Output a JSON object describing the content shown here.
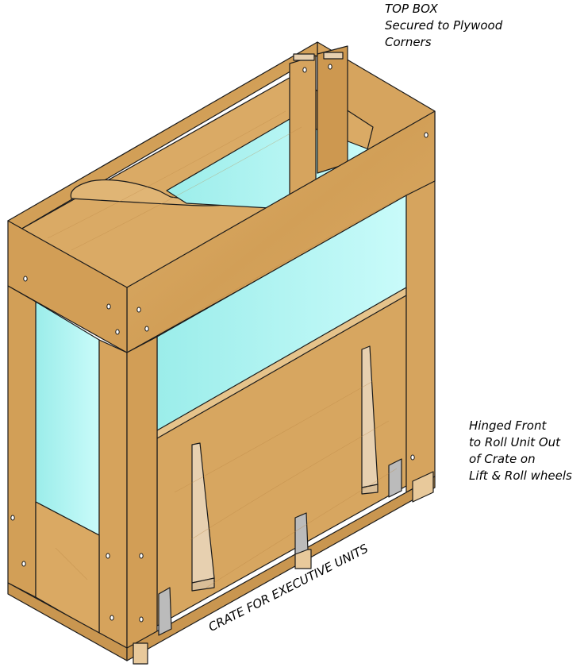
{
  "annotations": {
    "top_box": [
      "TOP BOX",
      "Secured to Plywood",
      "Corners"
    ],
    "hinged_front": [
      "Hinged Front",
      "to Roll Unit Out",
      "of Crate on",
      "Lift & Roll wheels"
    ]
  },
  "caption": "CRATE FOR EXECUTIVE UNITS",
  "colors": {
    "wood": "#D9A863",
    "wood_dark": "#C48F45",
    "plywood": "#D8A866",
    "glass": "#A6F3F1",
    "wedge": "#E7D0B0",
    "bracket": "#BBBBBB",
    "outline": "#1a1a1a"
  }
}
